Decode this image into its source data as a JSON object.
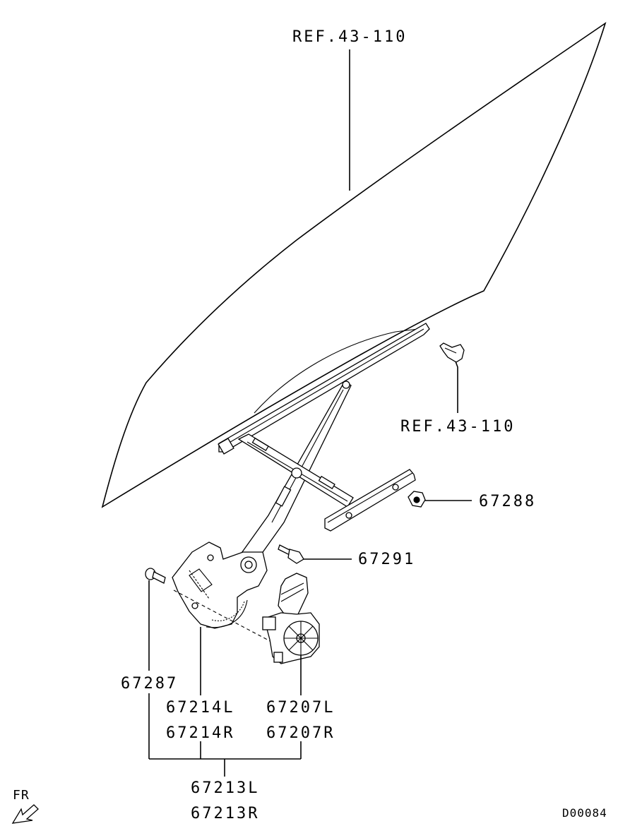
{
  "labels": {
    "ref_glass": "REF.43-110",
    "ref_clip": "REF.43-110",
    "p67288": "67288",
    "p67291": "67291",
    "p67287": "67287",
    "p67214L": "67214L",
    "p67214R": "67214R",
    "p67207L": "67207L",
    "p67207R": "67207R",
    "p67213L": "67213L",
    "p67213R": "67213R",
    "fr": "FR",
    "diagram_code": "D00084"
  },
  "icons": {
    "front_arrow": "arrow-down-left-icon"
  }
}
